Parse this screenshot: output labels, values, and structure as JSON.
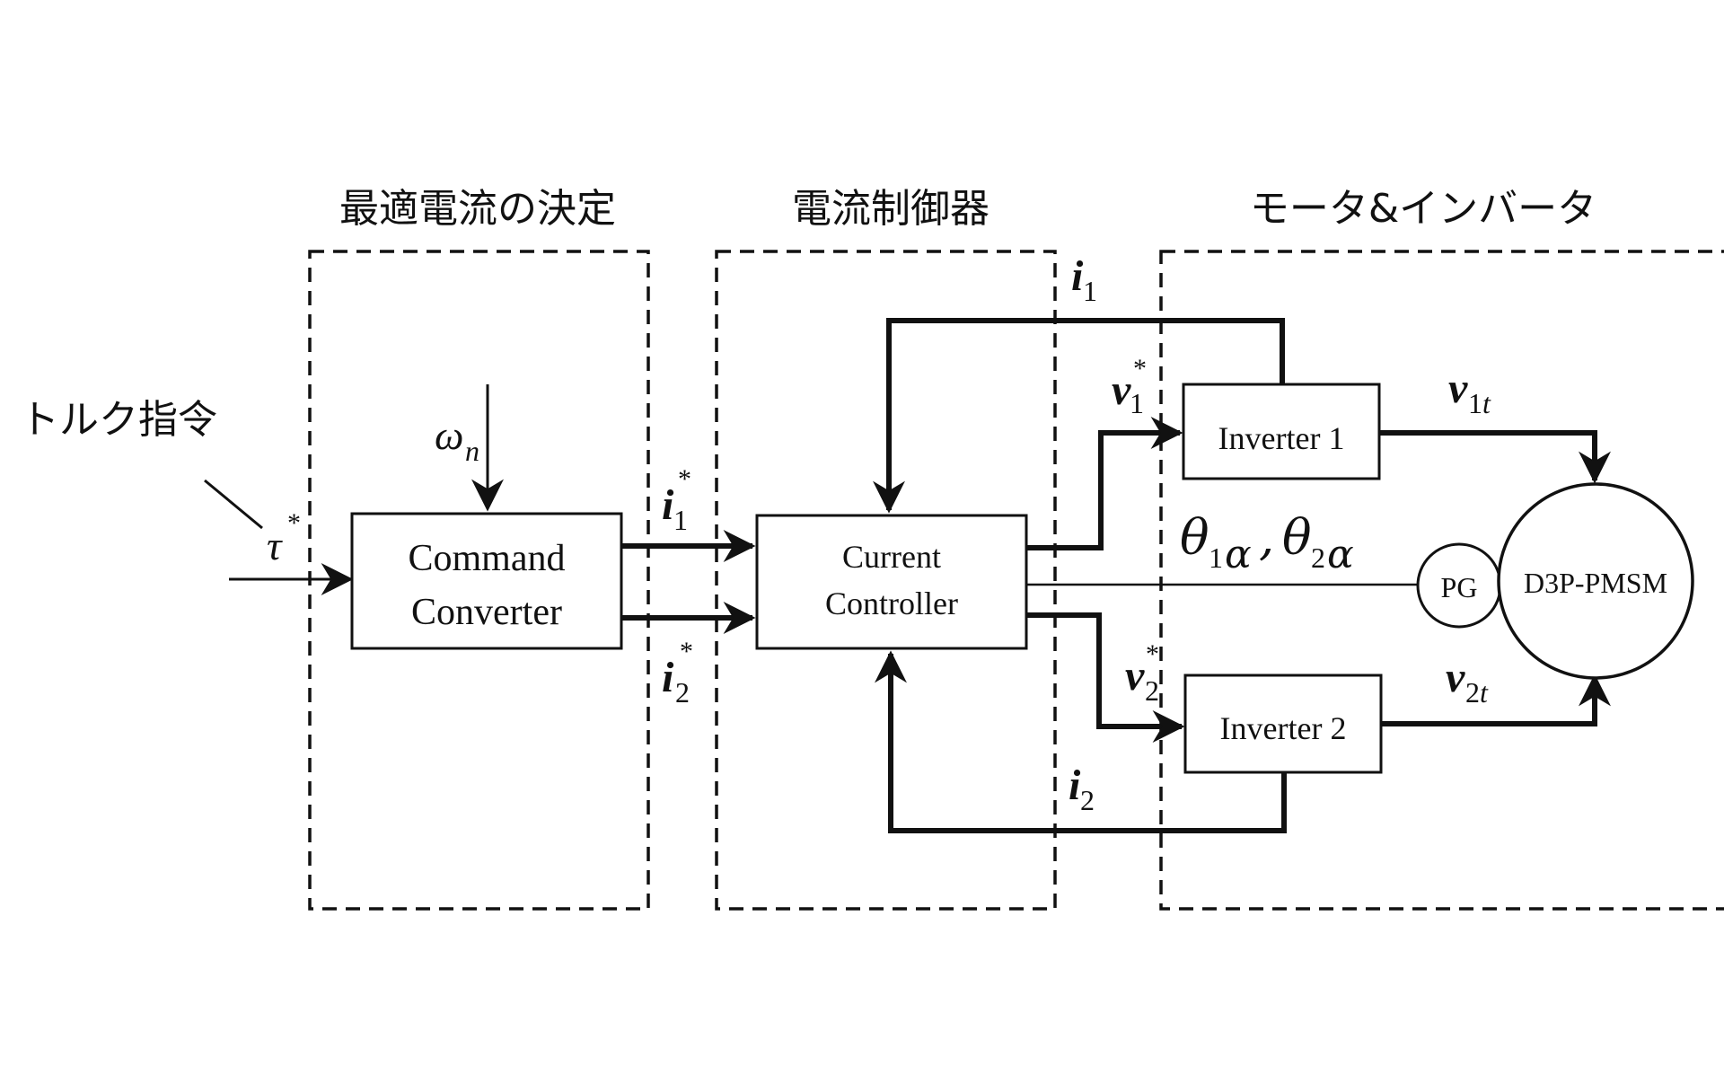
{
  "sections": {
    "optimal_current": "最適電流の決定",
    "current_controller": "電流制御器",
    "motor_inverter": "モータ&インバータ"
  },
  "torque_command": "トルク指令",
  "blocks": {
    "command_converter_line1": "Command",
    "command_converter_line2": "Converter",
    "current_controller_line1": "Current",
    "current_controller_line2": "Controller",
    "inverter1": "Inverter 1",
    "inverter2": "Inverter  2",
    "pg": "PG",
    "motor": "D3P-PMSM"
  },
  "signals": {
    "tau": "τ",
    "omega": "ω",
    "omega_sub": "n",
    "i": "i",
    "v": "v",
    "sub1": "1",
    "sub2": "2",
    "sub1t": "1",
    "sub2t": "2",
    "t": "t",
    "star": "*",
    "theta": "θ",
    "theta_sub1": "1",
    "theta_sub2": "2",
    "alpha": "α",
    "comma": ","
  }
}
